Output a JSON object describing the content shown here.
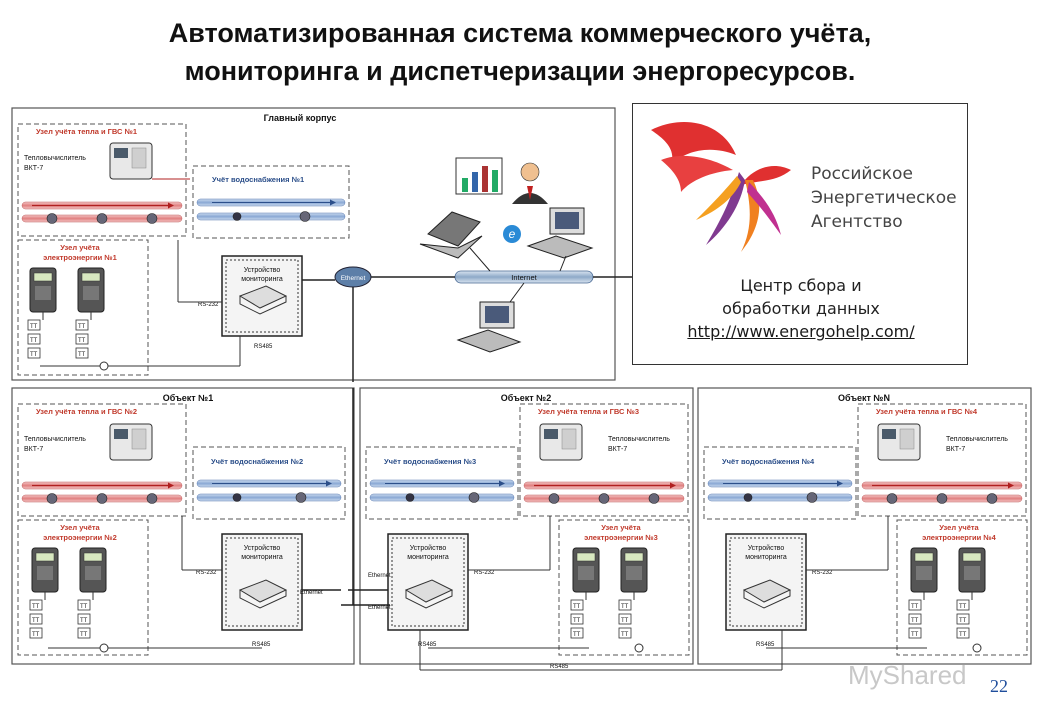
{
  "title": {
    "line1": "Автоматизированная система коммерческого учёта,",
    "line2": "мониторинга и диспетчеризации энергоресурсов."
  },
  "rea_panel": {
    "org_name": [
      "Российское",
      "Энергетическое",
      "Агентство"
    ],
    "center_line1": "Центр сбора и",
    "center_line2": "обработки данных",
    "url": "http://www.energohelp.com/"
  },
  "main_building": {
    "label": "Главный корпус",
    "heat_node": "Узел учёта тепла и ГВС №1",
    "heat_calc": [
      "Тепловычислитель",
      "ВКТ-7"
    ],
    "water": "Учёт водоснабжения №1",
    "electro": [
      "Узел учёта",
      "электроэнергии №1"
    ],
    "monitor": [
      "Устройство",
      "мониторинга"
    ],
    "rs232": "RS-232",
    "rs485": "RS485",
    "ethernet": "Ethernet",
    "internet": "Internet"
  },
  "objects": [
    {
      "label": "Объект №1",
      "heat_node": "Узел учёта тепла и ГВС №2",
      "water": "Учёт водоснабжения №2",
      "electro": [
        "Узел учёта",
        "электроэнергии №2"
      ]
    },
    {
      "label": "Объект №2",
      "heat_node": "Узел учёта тепла и ГВС №3",
      "water": "Учёт водоснабжения №3",
      "electro": [
        "Узел учёта",
        "электроэнергии №3"
      ]
    },
    {
      "label": "Объект №N",
      "heat_node": "Узел учёта тепла и ГВС №4",
      "water": "Учёт водоснабжения №4",
      "electro": [
        "Узел учёта",
        "электроэнергии №4"
      ]
    }
  ],
  "common": {
    "heat_calc": [
      "Тепловычислитель",
      "ВКТ-7"
    ],
    "monitor": [
      "Устройство",
      "мониторинга"
    ],
    "rs232": "RS-232",
    "rs485": "RS485",
    "ethernet": "Ethernet",
    "tt": "TT"
  },
  "page_number": "22",
  "watermark": "MyShared",
  "colors": {
    "hot_pipe": "#e8a0a0",
    "cold_pipe": "#a8c0e0",
    "box_red_text": "#c0392b",
    "box_blue_text": "#2c4f8a",
    "internet_bar": "#a9bfd8",
    "logo_red": "#e03030",
    "logo_orange": "#f08020",
    "logo_purple": "#803a90",
    "link": "#1a1a1a",
    "page_number": "#1f4e9c"
  }
}
